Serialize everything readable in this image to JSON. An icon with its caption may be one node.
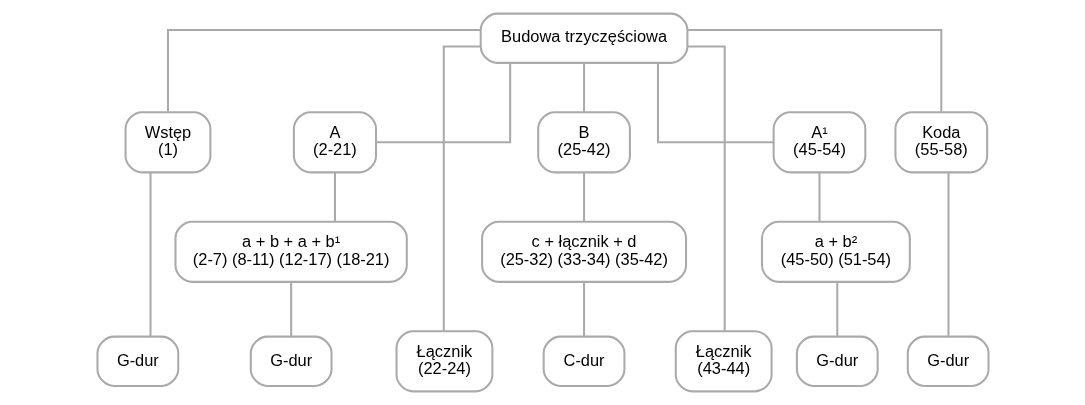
{
  "diagram": {
    "nodes": [
      {
        "text": [
          "Budowa trzyczęściowa"
        ]
      },
      {
        "text": [
          "Wstęp",
          "(1)"
        ]
      },
      {
        "text": [
          "A",
          "(2-21)"
        ]
      },
      {
        "text": [
          "Łącznik",
          "(22-24)"
        ]
      },
      {
        "text": [
          "B",
          "(25-42)"
        ]
      },
      {
        "text": [
          "Łącznik",
          "(43-44)"
        ]
      },
      {
        "text": [
          "A¹",
          "(45-54)"
        ]
      },
      {
        "text": [
          "Koda",
          "(55-58)"
        ]
      },
      {
        "text": [
          "a + b + a + b¹",
          "(2-7) (8-11) (12-17) (18-21)"
        ]
      },
      {
        "text": [
          "c + łącznik + d",
          "(25-32) (33-34) (35-42)"
        ]
      },
      {
        "text": [
          "a + b²",
          "(45-50) (51-54)"
        ]
      },
      {
        "text": [
          "G-dur"
        ]
      },
      {
        "text": [
          "G-dur"
        ]
      },
      {
        "text": [
          "C-dur"
        ]
      },
      {
        "text": [
          "G-dur"
        ]
      },
      {
        "text": [
          "G-dur"
        ]
      }
    ],
    "edges": [
      {
        "from": 0,
        "to": 1,
        "arrow": "none"
      },
      {
        "from": 0,
        "to": 2,
        "arrow": "none"
      },
      {
        "from": 0,
        "to": 3,
        "arrow": "none"
      },
      {
        "from": 0,
        "to": 4,
        "arrow": "none"
      },
      {
        "from": 0,
        "to": 5,
        "arrow": "none"
      },
      {
        "from": 0,
        "to": 6,
        "arrow": "none"
      },
      {
        "from": 0,
        "to": 7,
        "arrow": "none"
      },
      {
        "from": 2,
        "to": 8,
        "arrow": "none"
      },
      {
        "from": 4,
        "to": 9,
        "arrow": "none"
      },
      {
        "from": 6,
        "to": 10,
        "arrow": "none"
      },
      {
        "from": 1,
        "to": 11,
        "arrow": "none"
      },
      {
        "from": 8,
        "to": 12,
        "arrow": "none"
      },
      {
        "from": 9,
        "to": 13,
        "arrow": "none"
      },
      {
        "from": 10,
        "to": 14,
        "arrow": "none"
      },
      {
        "from": 7,
        "to": 15,
        "arrow": "none"
      }
    ]
  }
}
